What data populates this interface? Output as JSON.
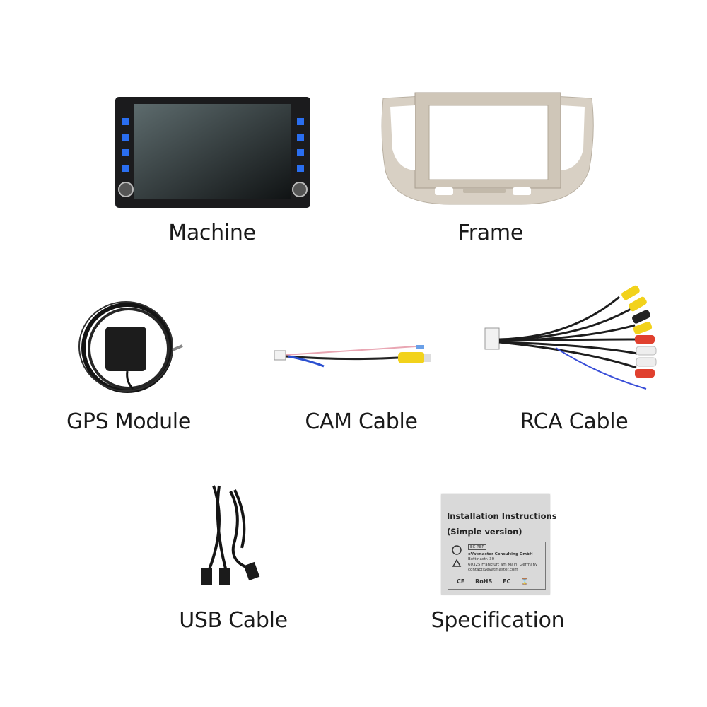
{
  "items": [
    {
      "id": "machine",
      "label": "Machine"
    },
    {
      "id": "frame",
      "label": "Frame"
    },
    {
      "id": "gps",
      "label": "GPS Module"
    },
    {
      "id": "cam",
      "label": "CAM Cable"
    },
    {
      "id": "rca",
      "label": "RCA Cable"
    },
    {
      "id": "usb",
      "label": "USB Cable"
    },
    {
      "id": "spec",
      "label": "Specification"
    }
  ],
  "spec_card": {
    "title": "Installation Instructions",
    "subtitle": "(Simple version)",
    "ec_rep": "EC REP",
    "company": "eVatmaster Consulting GmbH",
    "street": "Bettinastr. 30",
    "city": "60325 Frankfurt am Main, Germany",
    "email": "contact@evatmaster.com",
    "marks": "CE RoHS FC ⌛"
  },
  "colors": {
    "background": "#ffffff",
    "text": "#1a1a1a",
    "rca_yellow": "#f2d21b",
    "rca_red": "#e0402e",
    "rca_white": "#eeeeee",
    "frame_silver": "#d8d0c4"
  }
}
